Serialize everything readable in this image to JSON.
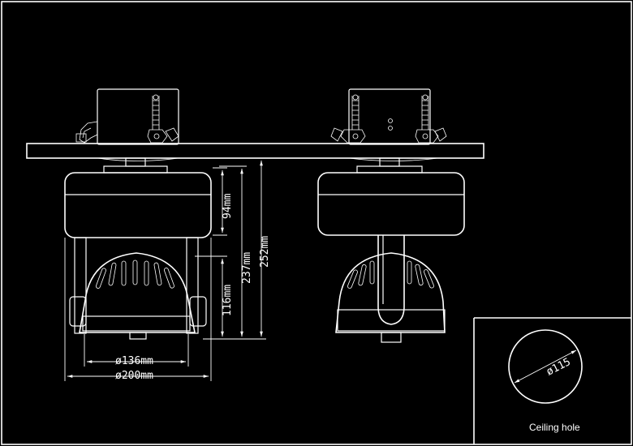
{
  "colors": {
    "background": "#000000",
    "line": "#ffffff"
  },
  "dimensions": {
    "height_94": "94mm",
    "height_116": "116mm",
    "height_237": "237mm",
    "height_252": "252mm",
    "diameter_136": "ø136mm",
    "diameter_200": "ø200mm"
  },
  "ceiling_hole": {
    "diameter": "ø115",
    "caption": "Ceiling hole"
  }
}
